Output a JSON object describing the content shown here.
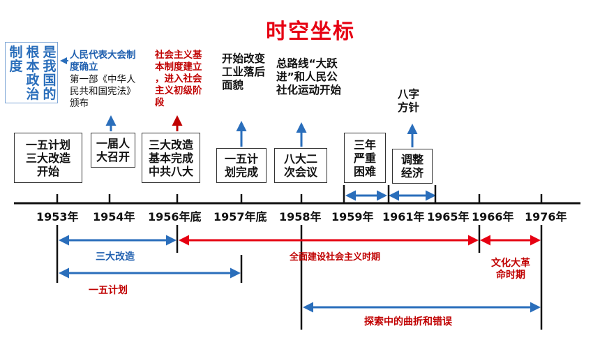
{
  "title": "时空坐标",
  "vertical_box": {
    "columns": [
      "是我国的",
      "根本政治",
      "制度"
    ]
  },
  "annotations": {
    "npc": [
      "人民代表大会制",
      "度确立"
    ],
    "constitution": [
      "第一部《中华人",
      "民共和国宪法》",
      "颁布"
    ],
    "socialist": [
      "社会主义基",
      "本制度建立",
      "，进入社会",
      "主义初级阶",
      "段"
    ],
    "industry": [
      "开始改变",
      "工业落后",
      "面貌"
    ],
    "general_line": [
      "总路线“大跃",
      "进”和人民公",
      "社化运动开始"
    ],
    "eight_char": [
      "八字",
      "方针"
    ]
  },
  "event_boxes": [
    {
      "text": "一五计划\n三大改造\n开始"
    },
    {
      "text": "一届人\n大召开"
    },
    {
      "text": "三大改造\n基本完成\n中共八大"
    },
    {
      "text": "一五计\n划完成"
    },
    {
      "text": "八大二\n次会议"
    },
    {
      "text": "三年\n严重\n困难"
    },
    {
      "text": "调整\n经济"
    }
  ],
  "years": [
    "1953年",
    "1954年",
    "1956年底",
    "1957年底",
    "1958年",
    "1959年",
    "1961年",
    "1965年",
    "1966年",
    "1976年"
  ],
  "periods": {
    "reform": "三大改造",
    "five_year": "一五计划",
    "construction": "全面建设社会主义时期",
    "cultural_revolution": [
      "文化大革",
      "命时期"
    ],
    "exploration": "探索中的曲折和错误"
  },
  "colors": {
    "blue": "#2a6ebb",
    "red": "#e60012",
    "dark_red": "#c00000",
    "black": "#111111"
  }
}
